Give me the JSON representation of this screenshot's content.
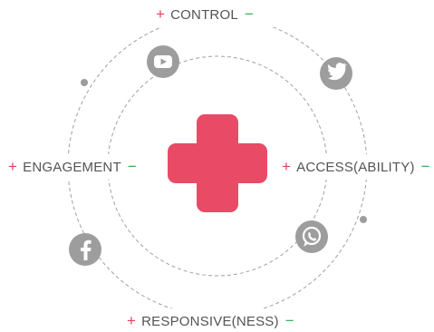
{
  "labels": {
    "top": {
      "plus": "+",
      "text": "CONTROL",
      "minus": "−"
    },
    "left": {
      "plus": "+",
      "text": "ENGAGEMENT",
      "minus": "−"
    },
    "right": {
      "plus": "+",
      "text": "ACCESS(ABILITY)",
      "minus": "−"
    },
    "bottom": {
      "plus": "+",
      "text": "RESPONSIVE(NESS)",
      "minus": "−"
    }
  },
  "icons": [
    "youtube-icon",
    "twitter-icon",
    "whatsapp-icon",
    "facebook-icon"
  ],
  "colors": {
    "cross": "#e94b67",
    "icon_bg": "#9d9d9d",
    "plus": "#e0415f",
    "minus": "#3cad4f",
    "text": "#545454",
    "circle_stroke": "#9a9a9a"
  }
}
